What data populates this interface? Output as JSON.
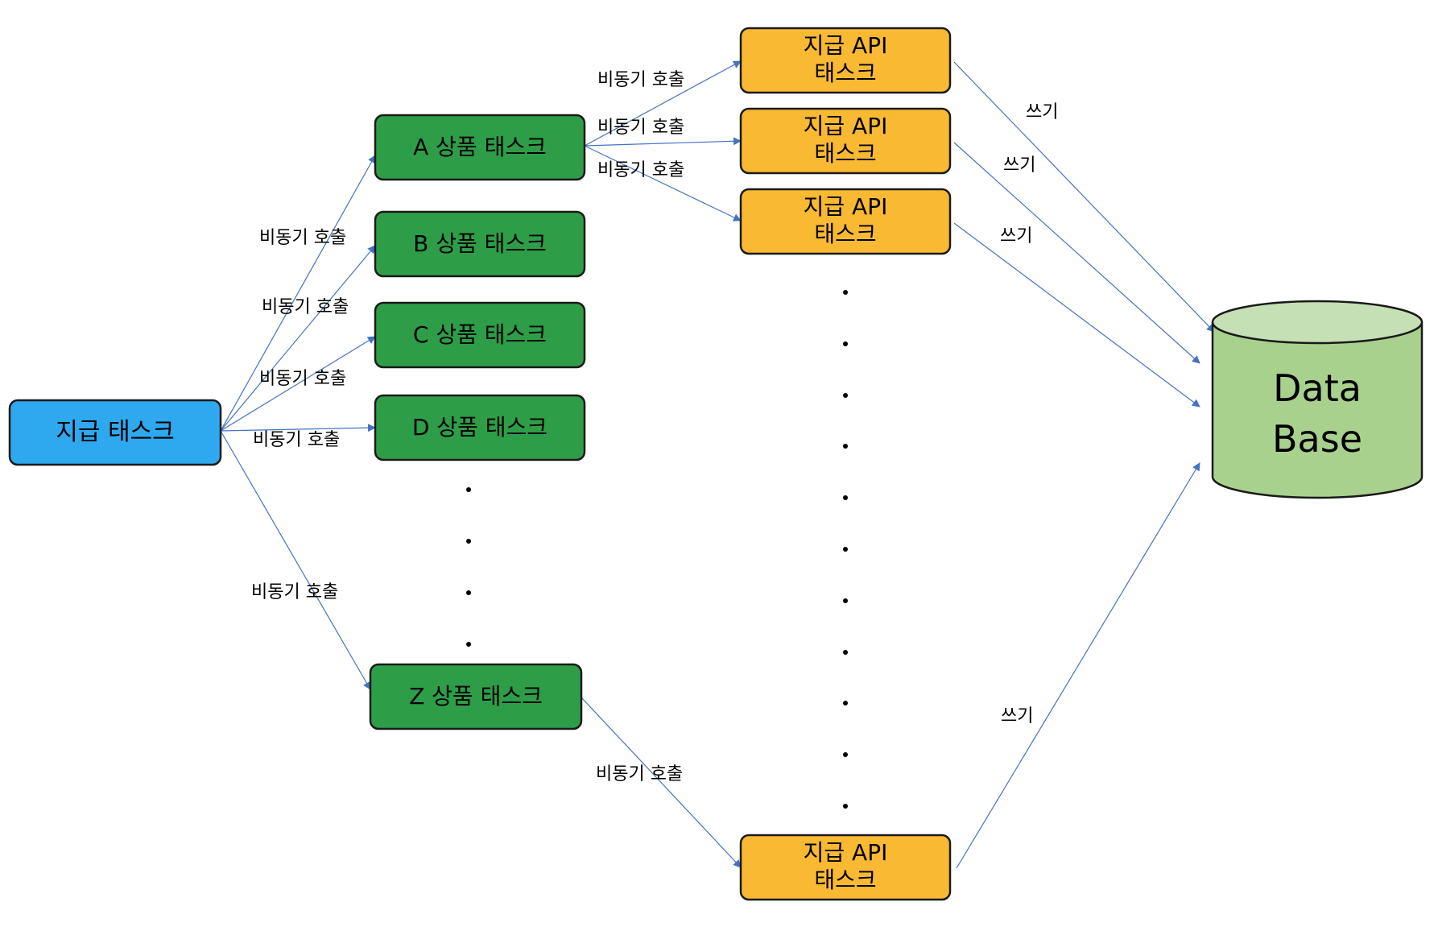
{
  "colors": {
    "payment_task": "#2EA8EE",
    "product_task": "#2E9D47",
    "api_task": "#F9B933",
    "database": "#A9D18E",
    "database_top": "#C5E0B4",
    "edge": "#4472C4"
  },
  "payment_task": {
    "label": "지급 태스크"
  },
  "product_tasks": [
    {
      "label": "A 상품 태스크"
    },
    {
      "label": "B 상품 태스크"
    },
    {
      "label": "C 상품 태스크"
    },
    {
      "label": "D 상품 태스크"
    },
    {
      "label": "Z 상품 태스크"
    }
  ],
  "api_tasks": [
    {
      "line1": "지급 API",
      "line2": "태스크"
    },
    {
      "line1": "지급 API",
      "line2": "태스크"
    },
    {
      "line1": "지급 API",
      "line2": "태스크"
    },
    {
      "line1": "지급 API",
      "line2": "태스크"
    }
  ],
  "database": {
    "line1": "Data",
    "line2": "Base"
  },
  "edge_labels": {
    "async_call": "비동기 호출",
    "write": "쓰기"
  }
}
